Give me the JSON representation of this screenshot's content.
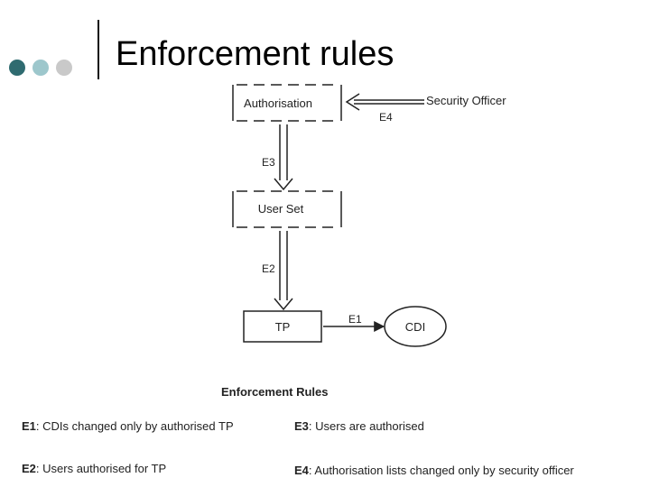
{
  "slide": {
    "title": "Enforcement rules",
    "bullet_colors": [
      "#2f6b70",
      "#9dc7cc",
      "#c9c9c9"
    ]
  },
  "diagram": {
    "nodes": {
      "authorisation": "Authorisation",
      "user_set": "User Set",
      "tp": "TP",
      "cdi": "CDI",
      "security_officer": "Security Officer"
    },
    "edges": {
      "e4": "E4",
      "e3": "E3",
      "e2": "E2",
      "e1": "E1"
    },
    "legend": {
      "heading": "Enforcement Rules",
      "rules": [
        {
          "code": "E1",
          "text": ": CDIs changed only by authorised TP"
        },
        {
          "code": "E3",
          "text": ": Users are authorised"
        },
        {
          "code": "E2",
          "text": ": Users authorised for TP"
        },
        {
          "code": "E4",
          "text": ": Authorisation lists changed only by security officer"
        }
      ]
    }
  }
}
